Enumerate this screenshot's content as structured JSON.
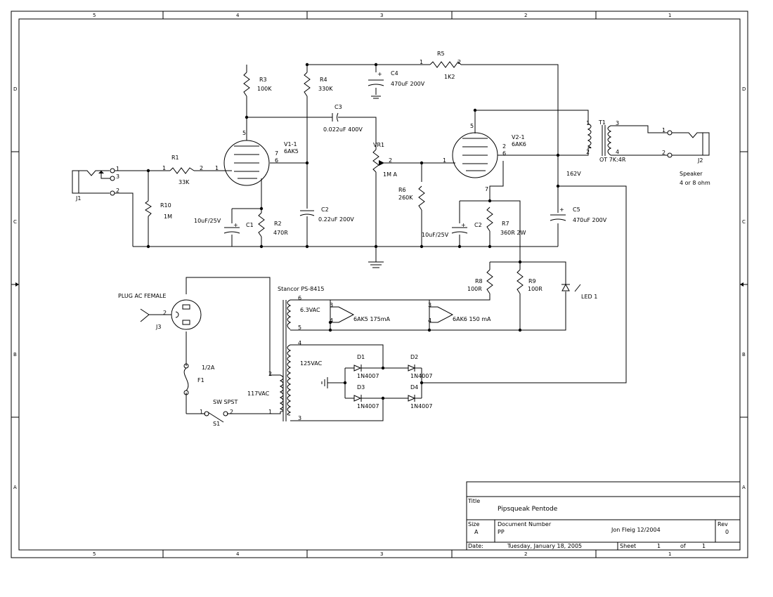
{
  "border": {
    "top_zones": [
      "5",
      "4",
      "3",
      "2",
      "1"
    ],
    "bottom_zones": [
      "5",
      "4",
      "3",
      "2",
      "1"
    ],
    "left_zones": [
      "D",
      "C",
      "B",
      "A"
    ],
    "right_zones": [
      "D",
      "C",
      "B",
      "A"
    ]
  },
  "title_block": {
    "title_label": "Title",
    "title": "Pipsqueak Pentode",
    "size_label": "Size",
    "size": "A",
    "docnum_label": "Document Number",
    "docnum": "PP",
    "author": "Jon Fleig 12/2004",
    "rev_label": "Rev",
    "rev": "0",
    "date_label": "Date:",
    "date": "Tuesday, January 18, 2005",
    "sheet_label": "Sheet",
    "sheet": "1",
    "of_label": "of",
    "sheet_total": "1"
  },
  "components": {
    "j1": {
      "ref": "J1"
    },
    "r1": {
      "ref": "R1",
      "value": "33K"
    },
    "r10": {
      "ref": "R10",
      "value": "1M"
    },
    "v1": {
      "ref": "V1-1",
      "value": "6AK5"
    },
    "r3": {
      "ref": "R3",
      "value": "100K"
    },
    "r4": {
      "ref": "R4",
      "value": "330K"
    },
    "c4": {
      "ref": "C4",
      "value": "470uF 200V"
    },
    "r5": {
      "ref": "R5",
      "value": "1K2"
    },
    "c3": {
      "ref": "C3",
      "value": "0.022uF 400V"
    },
    "vr1": {
      "ref": "VR1",
      "value": "1M A"
    },
    "c1": {
      "ref": "C1",
      "value": "10uF/25V"
    },
    "r2": {
      "ref": "R2",
      "value": "470R"
    },
    "c2a": {
      "ref": "C2",
      "value": "0.22uF 200V"
    },
    "r6": {
      "ref": "R6",
      "value": "260K"
    },
    "v2": {
      "ref": "V2-1",
      "value": "6AK6"
    },
    "c2b": {
      "ref": "C2",
      "value": "10uF/25V"
    },
    "r7": {
      "ref": "R7",
      "value": "360R 2W"
    },
    "t1": {
      "ref": "T1",
      "value": "OT 7K:4R"
    },
    "j2": {
      "ref": "J2",
      "value1": "Speaker",
      "value2": "4 or 8 ohm"
    },
    "c5": {
      "ref": "C5",
      "value": "470uF 200V"
    },
    "b162": {
      "value": "162V"
    },
    "j3": {
      "ref": "J3",
      "value": "PLUG AC FEMALE"
    },
    "f1": {
      "ref": "F1",
      "value": "1/2A"
    },
    "s1": {
      "ref": "S1",
      "value": "SW SPST"
    },
    "pt": {
      "ref": "Stancor PS-8415",
      "pri": "117VAC",
      "sec1": "6.3VAC",
      "sec2": "125VAC"
    },
    "h1": {
      "value": "6AK5 175mA"
    },
    "h2": {
      "value": "6AK6 150 mA"
    },
    "r8": {
      "ref": "R8",
      "value": "100R"
    },
    "r9": {
      "ref": "R9",
      "value": "100R"
    },
    "led1": {
      "ref": "LED 1"
    },
    "d1": {
      "ref": "D1",
      "value": "1N4007"
    },
    "d2": {
      "ref": "D2",
      "value": "1N4007"
    },
    "d3": {
      "ref": "D3",
      "value": "1N4007"
    },
    "d4": {
      "ref": "D4",
      "value": "1N4007"
    }
  },
  "pins": {
    "p1": "1",
    "p2": "2",
    "p3": "3",
    "p4": "4",
    "p5": "5",
    "p6": "6",
    "p7": "7",
    "plus": "+"
  }
}
